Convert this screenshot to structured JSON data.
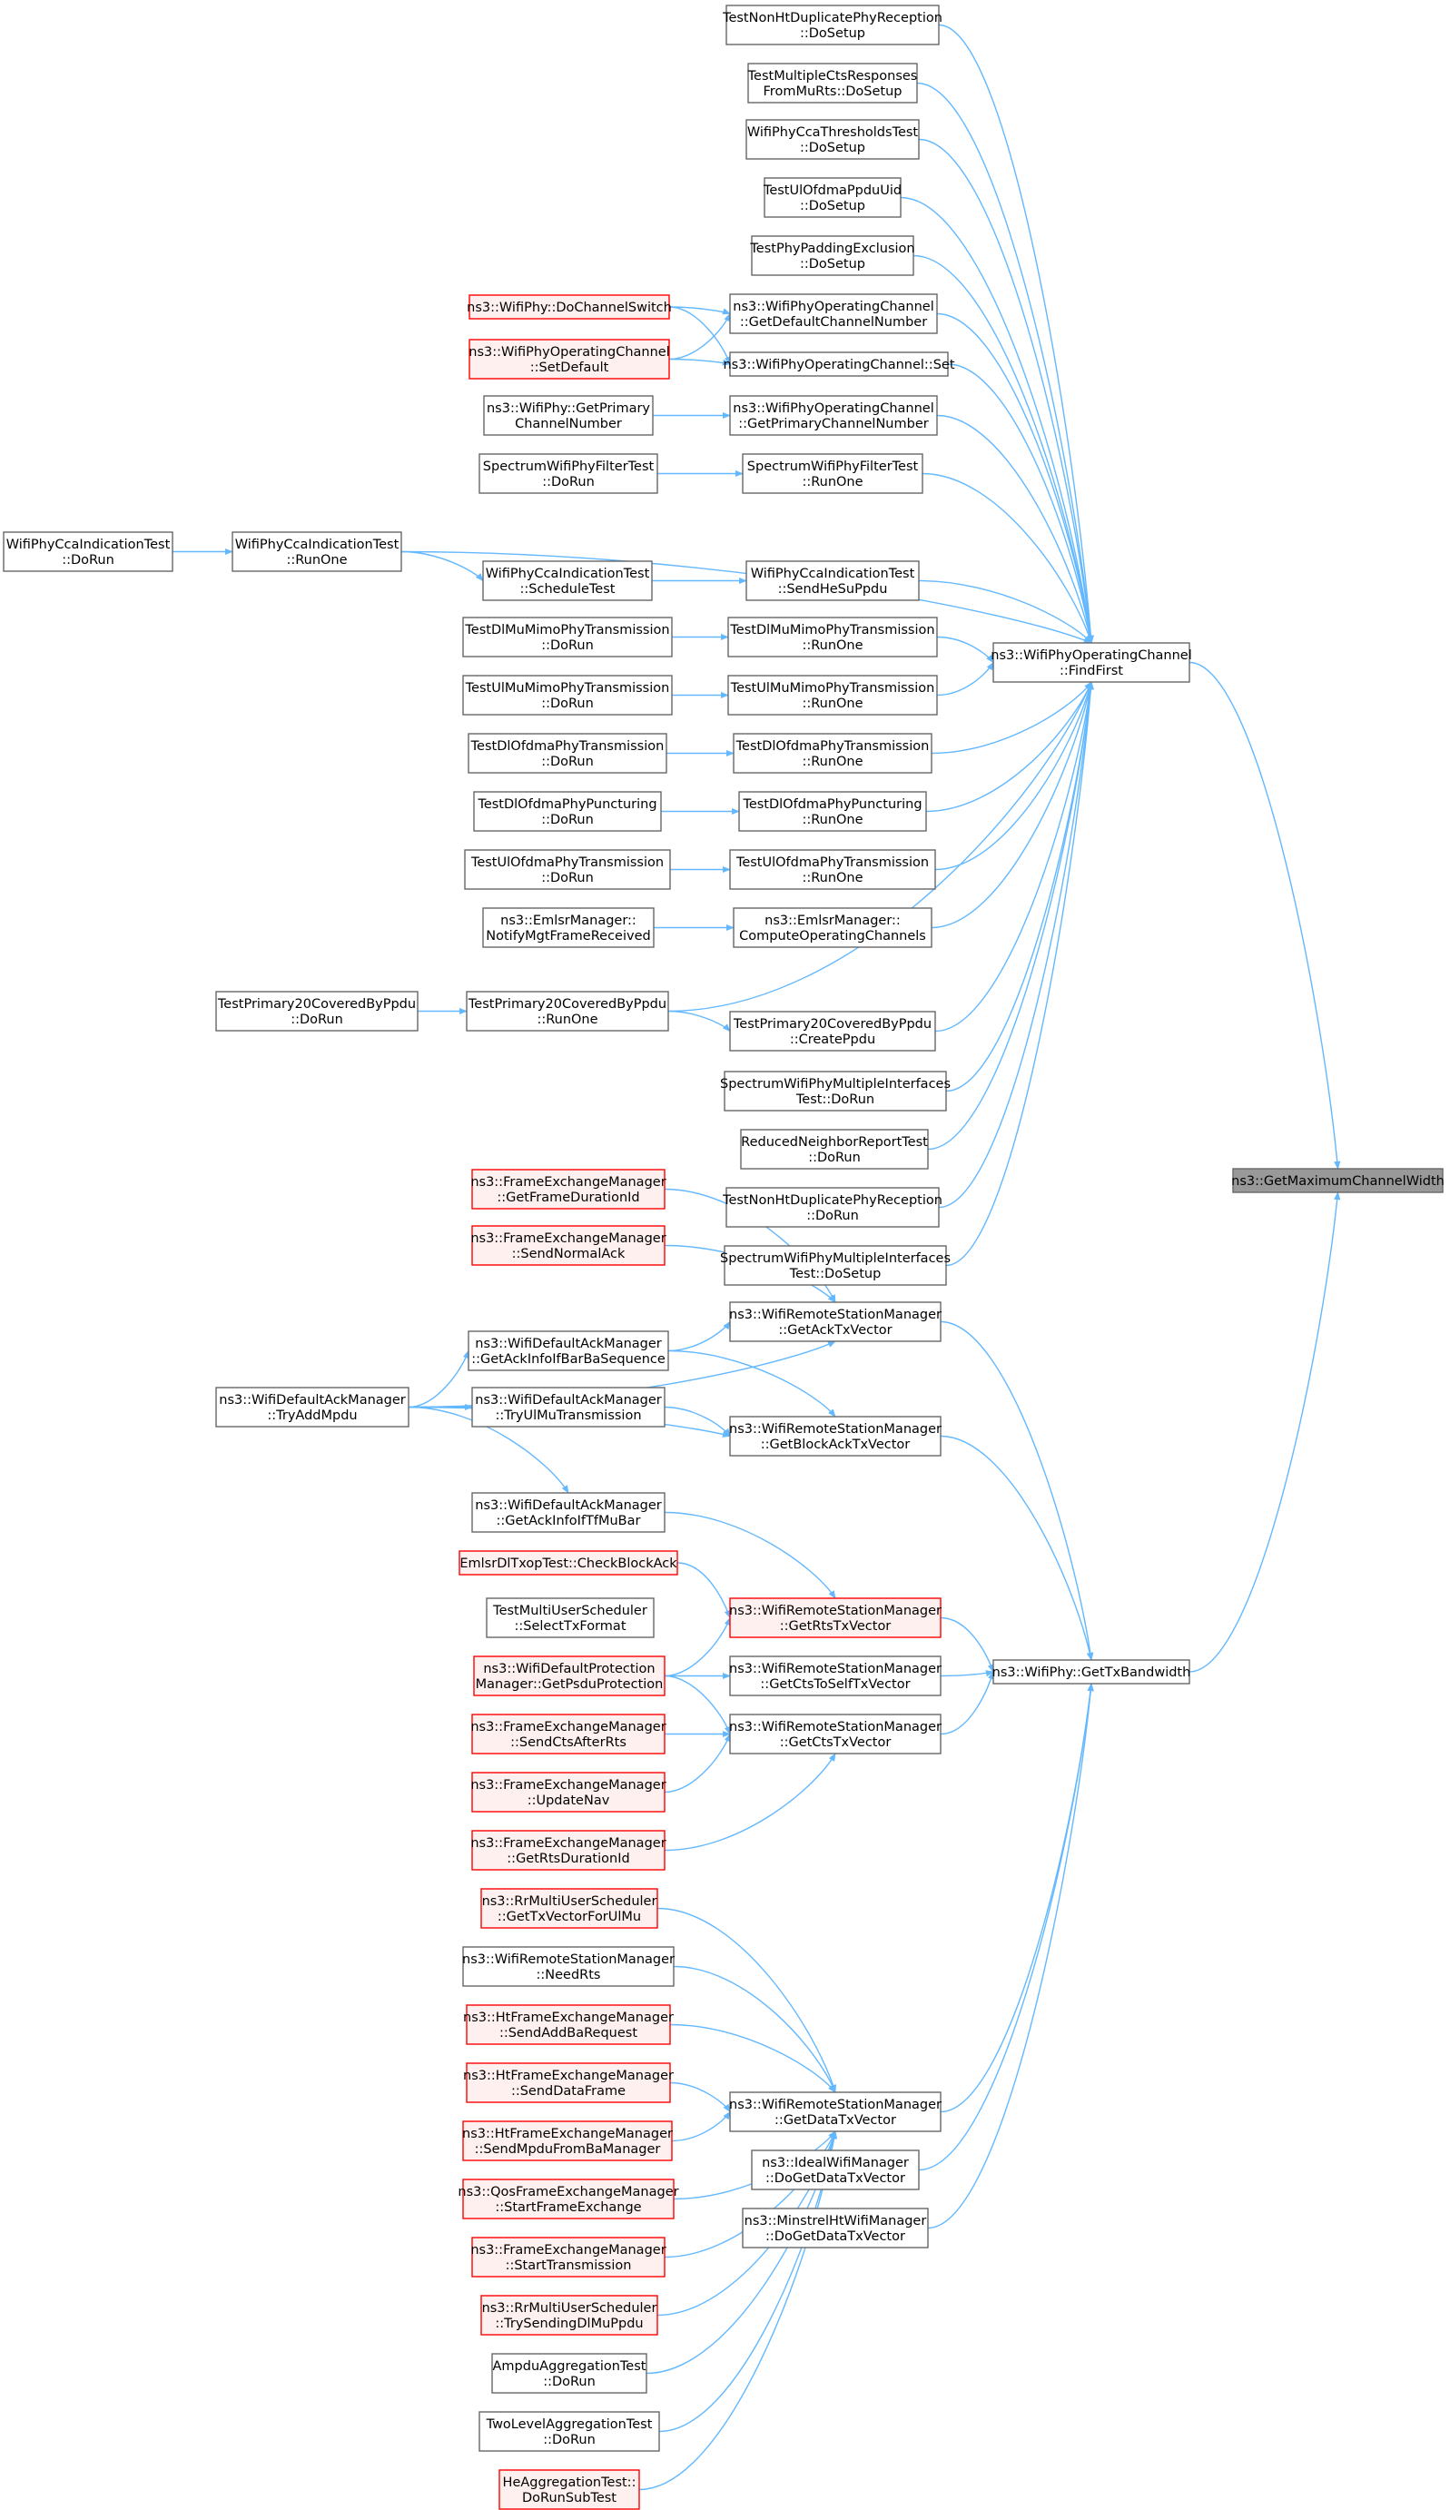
{
  "colors": {
    "edge": "#63b8ff",
    "box_border": "#666666",
    "box_fill": "#ffffff",
    "truncated_border": "#ff0000",
    "truncated_fill": "#fff0f0",
    "root_fill": "#999999",
    "root_border": "#666666"
  },
  "nodes": {
    "root": {
      "lines": [
        "ns3::GetMaximumChannelWidth"
      ],
      "kind": "root"
    },
    "FindFirst": {
      "lines": [
        "ns3::WifiPhyOperatingChannel",
        "::FindFirst"
      ],
      "kind": "normal"
    },
    "GetTxBandwidth": {
      "lines": [
        "ns3::WifiPhy::GetTxBandwidth"
      ],
      "kind": "normal"
    },
    "NHDPR_DoSetup": {
      "lines": [
        "TestNonHtDuplicatePhyReception",
        "::DoSetup"
      ],
      "kind": "normal"
    },
    "MCR_DoSetup": {
      "lines": [
        "TestMultipleCtsResponses",
        "FromMuRts::DoSetup"
      ],
      "kind": "normal"
    },
    "CCAT_DoSetup": {
      "lines": [
        "WifiPhyCcaThresholdsTest",
        "::DoSetup"
      ],
      "kind": "normal"
    },
    "UOPU_DoSetup": {
      "lines": [
        "TestUlOfdmaPpduUid",
        "::DoSetup"
      ],
      "kind": "normal"
    },
    "PPE_DoSetup": {
      "lines": [
        "TestPhyPaddingExclusion",
        "::DoSetup"
      ],
      "kind": "normal"
    },
    "DoChannelSwitch": {
      "lines": [
        "ns3::WifiPhy::DoChannelSwitch"
      ],
      "kind": "trunc"
    },
    "GetDefaultChannelNumber": {
      "lines": [
        "ns3::WifiPhyOperatingChannel",
        "::GetDefaultChannelNumber"
      ],
      "kind": "normal"
    },
    "SetDefault": {
      "lines": [
        "ns3::WifiPhyOperatingChannel",
        "::SetDefault"
      ],
      "kind": "trunc"
    },
    "OpSet": {
      "lines": [
        "ns3::WifiPhyOperatingChannel::Set"
      ],
      "kind": "normal"
    },
    "WP_GetPrimary": {
      "lines": [
        "ns3::WifiPhy::GetPrimary",
        "ChannelNumber"
      ],
      "kind": "normal"
    },
    "OC_GetPrimary": {
      "lines": [
        "ns3::WifiPhyOperatingChannel",
        "::GetPrimaryChannelNumber"
      ],
      "kind": "normal"
    },
    "SWPFT_DoRun": {
      "lines": [
        "SpectrumWifiPhyFilterTest",
        "::DoRun"
      ],
      "kind": "normal"
    },
    "SWPFT_RunOne": {
      "lines": [
        "SpectrumWifiPhyFilterTest",
        "::RunOne"
      ],
      "kind": "normal"
    },
    "CCAI_DoRun": {
      "lines": [
        "WifiPhyCcaIndicationTest",
        "::DoRun"
      ],
      "kind": "normal"
    },
    "CCAI_RunOne": {
      "lines": [
        "WifiPhyCcaIndicationTest",
        "::RunOne"
      ],
      "kind": "normal"
    },
    "CCAI_Schedule": {
      "lines": [
        "WifiPhyCcaIndicationTest",
        "::ScheduleTest"
      ],
      "kind": "normal"
    },
    "CCAI_SendHeSu": {
      "lines": [
        "WifiPhyCcaIndicationTest",
        "::SendHeSuPpdu"
      ],
      "kind": "normal"
    },
    "DLMIMO_DoRun": {
      "lines": [
        "TestDlMuMimoPhyTransmission",
        "::DoRun"
      ],
      "kind": "normal"
    },
    "DLMIMO_RunOne": {
      "lines": [
        "TestDlMuMimoPhyTransmission",
        "::RunOne"
      ],
      "kind": "normal"
    },
    "ULMIMO_DoRun": {
      "lines": [
        "TestUlMuMimoPhyTransmission",
        "::DoRun"
      ],
      "kind": "normal"
    },
    "ULMIMO_RunOne": {
      "lines": [
        "TestUlMuMimoPhyTransmission",
        "::RunOne"
      ],
      "kind": "normal"
    },
    "DLOFDMA_DoRun": {
      "lines": [
        "TestDlOfdmaPhyTransmission",
        "::DoRun"
      ],
      "kind": "normal"
    },
    "DLOFDMA_RunOne": {
      "lines": [
        "TestDlOfdmaPhyTransmission",
        "::RunOne"
      ],
      "kind": "normal"
    },
    "DLPUNC_DoRun": {
      "lines": [
        "TestDlOfdmaPhyPuncturing",
        "::DoRun"
      ],
      "kind": "normal"
    },
    "DLPUNC_RunOne": {
      "lines": [
        "TestDlOfdmaPhyPuncturing",
        "::RunOne"
      ],
      "kind": "normal"
    },
    "ULOFDMA_DoRun": {
      "lines": [
        "TestUlOfdmaPhyTransmission",
        "::DoRun"
      ],
      "kind": "normal"
    },
    "ULOFDMA_RunOne": {
      "lines": [
        "TestUlOfdmaPhyTransmission",
        "::RunOne"
      ],
      "kind": "normal"
    },
    "EMLSR_Notify": {
      "lines": [
        "ns3::EmlsrManager::",
        "NotifyMgtFrameReceived"
      ],
      "kind": "normal"
    },
    "EMLSR_Compute": {
      "lines": [
        "ns3::EmlsrManager::",
        "ComputeOperatingChannels"
      ],
      "kind": "normal"
    },
    "P20_DoRun": {
      "lines": [
        "TestPrimary20CoveredByPpdu",
        "::DoRun"
      ],
      "kind": "normal"
    },
    "P20_RunOne": {
      "lines": [
        "TestPrimary20CoveredByPpdu",
        "::RunOne"
      ],
      "kind": "normal"
    },
    "P20_CreatePpdu": {
      "lines": [
        "TestPrimary20CoveredByPpdu",
        "::CreatePpdu"
      ],
      "kind": "normal"
    },
    "SWPMI_DoRun": {
      "lines": [
        "SpectrumWifiPhyMultipleInterfaces",
        "Test::DoRun"
      ],
      "kind": "normal"
    },
    "RNR_DoRun": {
      "lines": [
        "ReducedNeighborReportTest",
        "::DoRun"
      ],
      "kind": "normal"
    },
    "NHDPR_DoRun": {
      "lines": [
        "TestNonHtDuplicatePhyReception",
        "::DoRun"
      ],
      "kind": "normal"
    },
    "SWPMI_DoSetup": {
      "lines": [
        "SpectrumWifiPhyMultipleInterfaces",
        "Test::DoSetup"
      ],
      "kind": "normal"
    },
    "FEM_GetFrameDurationId": {
      "lines": [
        "ns3::FrameExchangeManager",
        "::GetFrameDurationId"
      ],
      "kind": "trunc"
    },
    "FEM_SendNormalAck": {
      "lines": [
        "ns3::FrameExchangeManager",
        "::SendNormalAck"
      ],
      "kind": "trunc"
    },
    "RSM_GetAckTxVector": {
      "lines": [
        "ns3::WifiRemoteStationManager",
        "::GetAckTxVector"
      ],
      "kind": "normal"
    },
    "DAM_GetAckInfoIfBar": {
      "lines": [
        "ns3::WifiDefaultAckManager",
        "::GetAckInfoIfBarBaSequence"
      ],
      "kind": "normal"
    },
    "DAM_TryAddMpdu": {
      "lines": [
        "ns3::WifiDefaultAckManager",
        "::TryAddMpdu"
      ],
      "kind": "normal"
    },
    "DAM_TryUlMu": {
      "lines": [
        "ns3::WifiDefaultAckManager",
        "::TryUlMuTransmission"
      ],
      "kind": "normal"
    },
    "RSM_GetBlockAck": {
      "lines": [
        "ns3::WifiRemoteStationManager",
        "::GetBlockAckTxVector"
      ],
      "kind": "normal"
    },
    "DAM_GetAckInfoIfTf": {
      "lines": [
        "ns3::WifiDefaultAckManager",
        "::GetAckInfoIfTfMuBar"
      ],
      "kind": "normal"
    },
    "EMLSR_CheckBlockAck": {
      "lines": [
        "EmlsrDlTxopTest::CheckBlockAck"
      ],
      "kind": "trunc"
    },
    "MUS_SelectTxFormat": {
      "lines": [
        "TestMultiUserScheduler",
        "::SelectTxFormat"
      ],
      "kind": "normal"
    },
    "RSM_GetRtsTxVector": {
      "lines": [
        "ns3::WifiRemoteStationManager",
        "::GetRtsTxVector"
      ],
      "kind": "trunc"
    },
    "DPM_GetPsdu": {
      "lines": [
        "ns3::WifiDefaultProtection",
        "Manager::GetPsduProtection"
      ],
      "kind": "trunc"
    },
    "RSM_GetCtsToSelf": {
      "lines": [
        "ns3::WifiRemoteStationManager",
        "::GetCtsToSelfTxVector"
      ],
      "kind": "normal"
    },
    "FEM_SendCtsAfterRts": {
      "lines": [
        "ns3::FrameExchangeManager",
        "::SendCtsAfterRts"
      ],
      "kind": "trunc"
    },
    "RSM_GetCtsTxVector": {
      "lines": [
        "ns3::WifiRemoteStationManager",
        "::GetCtsTxVector"
      ],
      "kind": "normal"
    },
    "FEM_UpdateNav": {
      "lines": [
        "ns3::FrameExchangeManager",
        "::UpdateNav"
      ],
      "kind": "trunc"
    },
    "FEM_GetRtsDurationId": {
      "lines": [
        "ns3::FrameExchangeManager",
        "::GetRtsDurationId"
      ],
      "kind": "trunc"
    },
    "RR_GetTxVectorUlMu": {
      "lines": [
        "ns3::RrMultiUserScheduler",
        "::GetTxVectorForUlMu"
      ],
      "kind": "trunc"
    },
    "RSM_NeedRts": {
      "lines": [
        "ns3::WifiRemoteStationManager",
        "::NeedRts"
      ],
      "kind": "normal"
    },
    "HT_SendAddBa": {
      "lines": [
        "ns3::HtFrameExchangeManager",
        "::SendAddBaRequest"
      ],
      "kind": "trunc"
    },
    "HT_SendDataFrame": {
      "lines": [
        "ns3::HtFrameExchangeManager",
        "::SendDataFrame"
      ],
      "kind": "trunc"
    },
    "HT_SendMpduFromBa": {
      "lines": [
        "ns3::HtFrameExchangeManager",
        "::SendMpduFromBaManager"
      ],
      "kind": "trunc"
    },
    "QOS_StartFrameExchange": {
      "lines": [
        "ns3::QosFrameExchangeManager",
        "::StartFrameExchange"
      ],
      "kind": "trunc"
    },
    "FEM_StartTransmission": {
      "lines": [
        "ns3::FrameExchangeManager",
        "::StartTransmission"
      ],
      "kind": "trunc"
    },
    "RR_TrySendingDlMu": {
      "lines": [
        "ns3::RrMultiUserScheduler",
        "::TrySendingDlMuPpdu"
      ],
      "kind": "trunc"
    },
    "AMPDU_DoRun": {
      "lines": [
        "AmpduAggregationTest",
        "::DoRun"
      ],
      "kind": "normal"
    },
    "TLA_DoRun": {
      "lines": [
        "TwoLevelAggregationTest",
        "::DoRun"
      ],
      "kind": "normal"
    },
    "HEA_DoRunSubTest": {
      "lines": [
        "HeAggregationTest::",
        "DoRunSubTest"
      ],
      "kind": "trunc"
    },
    "RSM_GetDataTxVector": {
      "lines": [
        "ns3::WifiRemoteStationManager",
        "::GetDataTxVector"
      ],
      "kind": "normal"
    },
    "IDEAL_DoGetData": {
      "lines": [
        "ns3::IdealWifiManager",
        "::DoGetDataTxVector"
      ],
      "kind": "normal"
    },
    "MINSTREL_DoGetData": {
      "lines": [
        "ns3::MinstrelHtWifiManager",
        "::DoGetDataTxVector"
      ],
      "kind": "normal"
    }
  },
  "edges": [
    [
      "NHDPR_DoSetup",
      "FindFirst"
    ],
    [
      "MCR_DoSetup",
      "FindFirst"
    ],
    [
      "CCAT_DoSetup",
      "FindFirst"
    ],
    [
      "UOPU_DoSetup",
      "FindFirst"
    ],
    [
      "PPE_DoSetup",
      "FindFirst"
    ],
    [
      "DoChannelSwitch",
      "GetDefaultChannelNumber"
    ],
    [
      "DoChannelSwitch",
      "OpSet"
    ],
    [
      "SetDefault",
      "GetDefaultChannelNumber"
    ],
    [
      "SetDefault",
      "OpSet"
    ],
    [
      "GetDefaultChannelNumber",
      "FindFirst"
    ],
    [
      "OpSet",
      "FindFirst"
    ],
    [
      "WP_GetPrimary",
      "OC_GetPrimary"
    ],
    [
      "OC_GetPrimary",
      "FindFirst"
    ],
    [
      "SWPFT_DoRun",
      "SWPFT_RunOne"
    ],
    [
      "SWPFT_RunOne",
      "FindFirst"
    ],
    [
      "CCAI_DoRun",
      "CCAI_RunOne"
    ],
    [
      "CCAI_RunOne",
      "FindFirst"
    ],
    [
      "CCAI_RunOne",
      "CCAI_Schedule"
    ],
    [
      "CCAI_Schedule",
      "CCAI_SendHeSu"
    ],
    [
      "CCAI_SendHeSu",
      "FindFirst"
    ],
    [
      "DLMIMO_DoRun",
      "DLMIMO_RunOne"
    ],
    [
      "DLMIMO_RunOne",
      "FindFirst"
    ],
    [
      "ULMIMO_DoRun",
      "ULMIMO_RunOne"
    ],
    [
      "ULMIMO_RunOne",
      "FindFirst"
    ],
    [
      "DLOFDMA_DoRun",
      "DLOFDMA_RunOne"
    ],
    [
      "DLOFDMA_RunOne",
      "FindFirst"
    ],
    [
      "DLPUNC_DoRun",
      "DLPUNC_RunOne"
    ],
    [
      "DLPUNC_RunOne",
      "FindFirst"
    ],
    [
      "ULOFDMA_DoRun",
      "ULOFDMA_RunOne"
    ],
    [
      "ULOFDMA_RunOne",
      "FindFirst"
    ],
    [
      "EMLSR_Notify",
      "EMLSR_Compute"
    ],
    [
      "EMLSR_Compute",
      "FindFirst"
    ],
    [
      "P20_DoRun",
      "P20_RunOne"
    ],
    [
      "P20_RunOne",
      "FindFirst"
    ],
    [
      "P20_RunOne",
      "P20_CreatePpdu"
    ],
    [
      "P20_CreatePpdu",
      "FindFirst"
    ],
    [
      "SWPMI_DoRun",
      "FindFirst"
    ],
    [
      "RNR_DoRun",
      "FindFirst"
    ],
    [
      "NHDPR_DoRun",
      "FindFirst"
    ],
    [
      "SWPMI_DoSetup",
      "FindFirst"
    ],
    [
      "FindFirst",
      "root"
    ],
    [
      "GetTxBandwidth",
      "root"
    ],
    [
      "FEM_GetFrameDurationId",
      "RSM_GetAckTxVector"
    ],
    [
      "FEM_SendNormalAck",
      "RSM_GetAckTxVector"
    ],
    [
      "DAM_GetAckInfoIfBar",
      "RSM_GetAckTxVector"
    ],
    [
      "DAM_TryAddMpdu",
      "RSM_GetAckTxVector"
    ],
    [
      "DAM_TryAddMpdu",
      "DAM_GetAckInfoIfBar"
    ],
    [
      "DAM_TryAddMpdu",
      "DAM_TryUlMu"
    ],
    [
      "DAM_TryAddMpdu",
      "RSM_GetBlockAck"
    ],
    [
      "DAM_TryAddMpdu",
      "DAM_GetAckInfoIfTf"
    ],
    [
      "DAM_GetAckInfoIfBar",
      "RSM_GetBlockAck"
    ],
    [
      "DAM_TryUlMu",
      "RSM_GetBlockAck"
    ],
    [
      "RSM_GetAckTxVector",
      "GetTxBandwidth"
    ],
    [
      "RSM_GetBlockAck",
      "GetTxBandwidth"
    ],
    [
      "DAM_GetAckInfoIfTf",
      "RSM_GetRtsTxVector"
    ],
    [
      "EMLSR_CheckBlockAck",
      "RSM_GetRtsTxVector"
    ],
    [
      "DPM_GetPsdu",
      "RSM_GetRtsTxVector"
    ],
    [
      "DPM_GetPsdu",
      "RSM_GetCtsToSelf"
    ],
    [
      "DPM_GetPsdu",
      "RSM_GetCtsTxVector"
    ],
    [
      "FEM_SendCtsAfterRts",
      "RSM_GetCtsTxVector"
    ],
    [
      "FEM_UpdateNav",
      "RSM_GetCtsTxVector"
    ],
    [
      "FEM_GetRtsDurationId",
      "RSM_GetCtsTxVector"
    ],
    [
      "RSM_GetRtsTxVector",
      "GetTxBandwidth"
    ],
    [
      "RSM_GetCtsToSelf",
      "GetTxBandwidth"
    ],
    [
      "RSM_GetCtsTxVector",
      "GetTxBandwidth"
    ],
    [
      "RR_GetTxVectorUlMu",
      "RSM_GetDataTxVector"
    ],
    [
      "RSM_NeedRts",
      "RSM_GetDataTxVector"
    ],
    [
      "HT_SendAddBa",
      "RSM_GetDataTxVector"
    ],
    [
      "HT_SendDataFrame",
      "RSM_GetDataTxVector"
    ],
    [
      "HT_SendMpduFromBa",
      "RSM_GetDataTxVector"
    ],
    [
      "QOS_StartFrameExchange",
      "RSM_GetDataTxVector"
    ],
    [
      "FEM_StartTransmission",
      "RSM_GetDataTxVector"
    ],
    [
      "RR_TrySendingDlMu",
      "RSM_GetDataTxVector"
    ],
    [
      "AMPDU_DoRun",
      "RSM_GetDataTxVector"
    ],
    [
      "TLA_DoRun",
      "RSM_GetDataTxVector"
    ],
    [
      "HEA_DoRunSubTest",
      "RSM_GetDataTxVector"
    ],
    [
      "RSM_GetDataTxVector",
      "GetTxBandwidth"
    ],
    [
      "IDEAL_DoGetData",
      "GetTxBandwidth"
    ],
    [
      "MINSTREL_DoGetData",
      "GetTxBandwidth"
    ]
  ]
}
